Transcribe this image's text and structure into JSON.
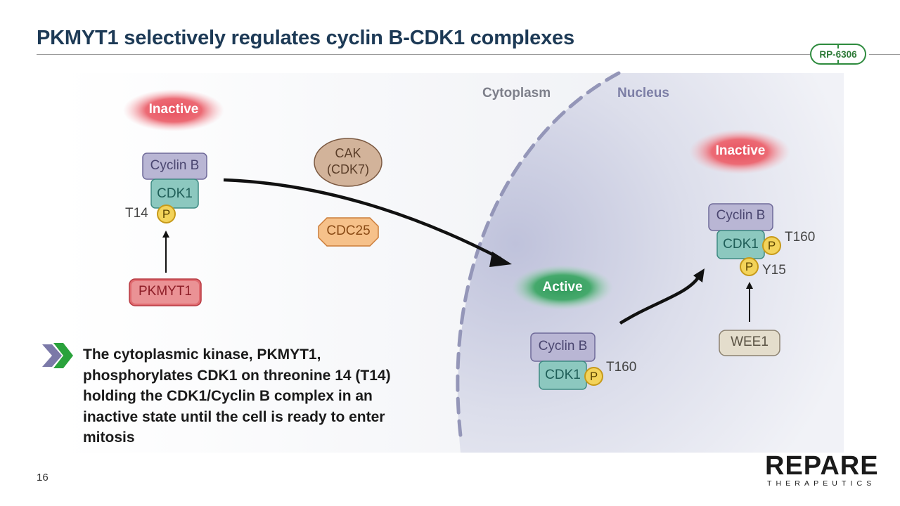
{
  "slide": {
    "title": "PKMYT1 selectively regulates cyclin B-CDK1 complexes",
    "badge": "RP-6306",
    "page_number": "16"
  },
  "regions": {
    "cytoplasm": "Cytoplasm",
    "nucleus": "Nucleus"
  },
  "left_complex": {
    "state": "Inactive",
    "cyclin": "Cyclin B",
    "cdk": "CDK1",
    "site": "T14",
    "phospho": "P",
    "kinase": "PKMYT1"
  },
  "activators": {
    "cak": "CAK\n(CDK7)",
    "cdc25": "CDC25"
  },
  "active_complex": {
    "state": "Active",
    "cyclin": "Cyclin B",
    "cdk": "CDK1",
    "site": "T160",
    "phospho": "P"
  },
  "right_complex": {
    "state": "Inactive",
    "cyclin": "Cyclin B",
    "cdk": "CDK1",
    "site_1": "T160",
    "site_2": "Y15",
    "phospho": "P",
    "kinase": "WEE1"
  },
  "bullet": "The cytoplasmic kinase, PKMYT1, phosphorylates CDK1 on threonine 14 (T14) holding the CDK1/Cyclin B complex in an inactive state until the cell is ready to enter mitosis",
  "logo": {
    "name": "REPARE",
    "tagline": "THERAPEUTICS"
  },
  "colors": {
    "title": "#1d3a56",
    "accent_green": "#2e8b3e",
    "inactive": "#e8515f",
    "active": "#2f9a5a",
    "cyclin_box": "#b9b6d4",
    "cdk_box": "#8cc8bf",
    "pkmyt1": "#e06b70",
    "cdc25": "#f6c18a",
    "cak": "#c7a58a",
    "wee1": "#e4ddcc"
  }
}
